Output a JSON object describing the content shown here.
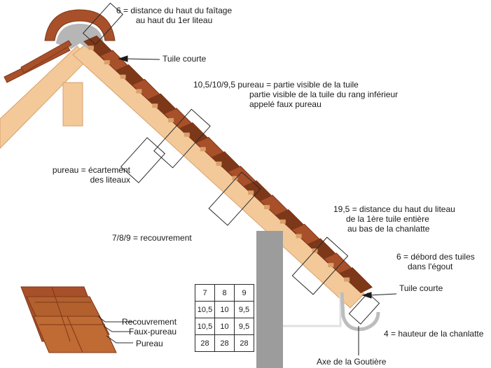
{
  "labels": {
    "faitage_1": "6 = distance du haut du faîtage",
    "faitage_2": "au haut du 1er liteau",
    "tuile_courte_haut": "Tuile courte",
    "pureau_visible_1": "10,5/10/9,5 pureau = partie visible de la tuile",
    "pureau_visible_2": "partie visible de la tuile du rang inférieur",
    "pureau_visible_3": "appelé faux pureau",
    "ecartement_1": "pureau = écartement",
    "ecartement_2": "des liteaux",
    "recouvrement": "7/8/9 = recouvrement",
    "chanlatte_1": "19,5 = distance du haut du liteau",
    "chanlatte_2": "de la 1ère tuile entière",
    "chanlatte_3": "au bas de la chanlatte",
    "debord_1": "6 = débord des tuiles",
    "debord_2": "dans l'égout",
    "tuile_courte_bas": "Tuile courte",
    "hauteur_chanlatte": "4 = hauteur de la chanlatte",
    "axe_gouttiere": "Axe de la Goutière"
  },
  "legend": {
    "recouvrement": "Recouvrement",
    "faux_pureau": "Faux-pureau",
    "pureau": "Pureau"
  },
  "table": [
    [
      "7",
      "8",
      "9"
    ],
    [
      "10,5",
      "10",
      "9,5"
    ],
    [
      "10,5",
      "10",
      "9,5"
    ],
    [
      "28",
      "28",
      "28"
    ]
  ],
  "colors": {
    "tile": "#a8502a",
    "tile_dark": "#7d3719",
    "wood": "#f3c99a",
    "wood_dark": "#d9a06a",
    "wall": "#9c9c9c",
    "ridge": "#b6b6b6"
  }
}
